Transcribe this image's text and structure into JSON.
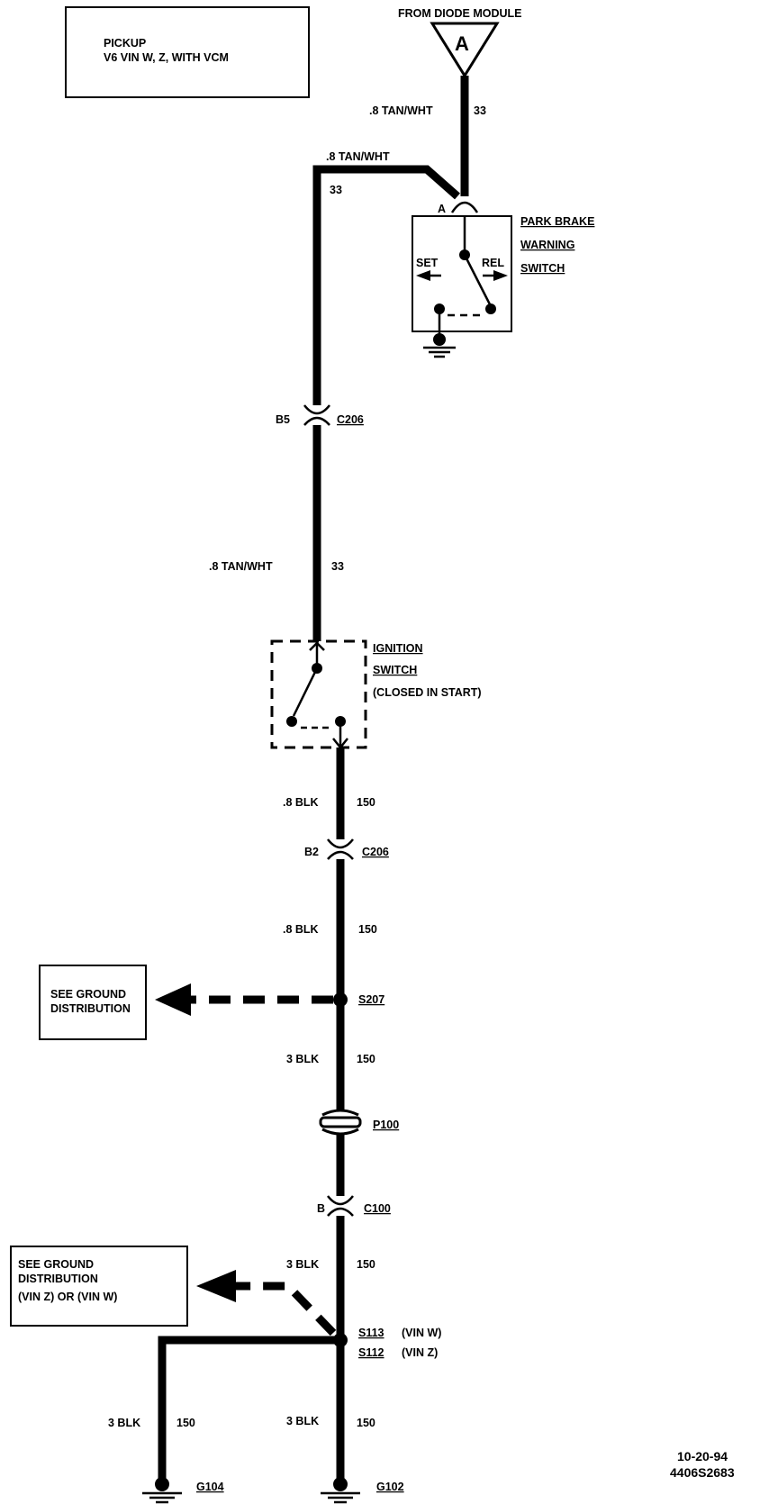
{
  "info_box": {
    "line1": "PICKUP",
    "line2": "V6 VIN W, Z, WITH VCM"
  },
  "source": {
    "label": "FROM DIODE MODULE",
    "letter": "A"
  },
  "wires": {
    "w1_gauge": ".8 TAN/WHT",
    "w1_circuit": "33",
    "w2_gauge": ".8 TAN/WHT",
    "w2_circuit": "33",
    "w3_gauge": ".8 TAN/WHT",
    "w3_circuit": "33",
    "w4_gauge": ".8 BLK",
    "w4_circuit": "150",
    "w5_gauge": ".8 BLK",
    "w5_circuit": "150",
    "w6_gauge": "3 BLK",
    "w6_circuit": "150",
    "w7_gauge": "3 BLK",
    "w7_circuit": "150",
    "w8_gauge": "3 BLK",
    "w8_circuit": "150",
    "w9_gauge": "3 BLK",
    "w9_circuit": "150"
  },
  "park_brake": {
    "pin": "A",
    "line1": "PARK BRAKE",
    "line2": "WARNING",
    "line3": "SWITCH",
    "set": "SET",
    "rel": "REL"
  },
  "connectors": {
    "c206a_pin": "B5",
    "c206a_name": "C206",
    "c206b_pin": "B2",
    "c206b_name": "C206",
    "c100_pin": "B",
    "c100_name": "C100",
    "p100_name": "P100"
  },
  "ignition": {
    "line1": "IGNITION",
    "line2": "SWITCH",
    "line3": "(CLOSED IN START)"
  },
  "splices": {
    "s207": "S207",
    "s113": "S113",
    "s113_note": "(VIN W)",
    "s112": "S112",
    "s112_note": "(VIN Z)"
  },
  "ref1": {
    "line1": "SEE GROUND",
    "line2": "DISTRIBUTION"
  },
  "ref2": {
    "line1": "SEE GROUND",
    "line2": "DISTRIBUTION",
    "line3": "(VIN Z) OR (VIN W)"
  },
  "grounds": {
    "g104": "G104",
    "g102": "G102"
  },
  "footer": {
    "date": "10-20-94",
    "code": "4406S2683"
  }
}
